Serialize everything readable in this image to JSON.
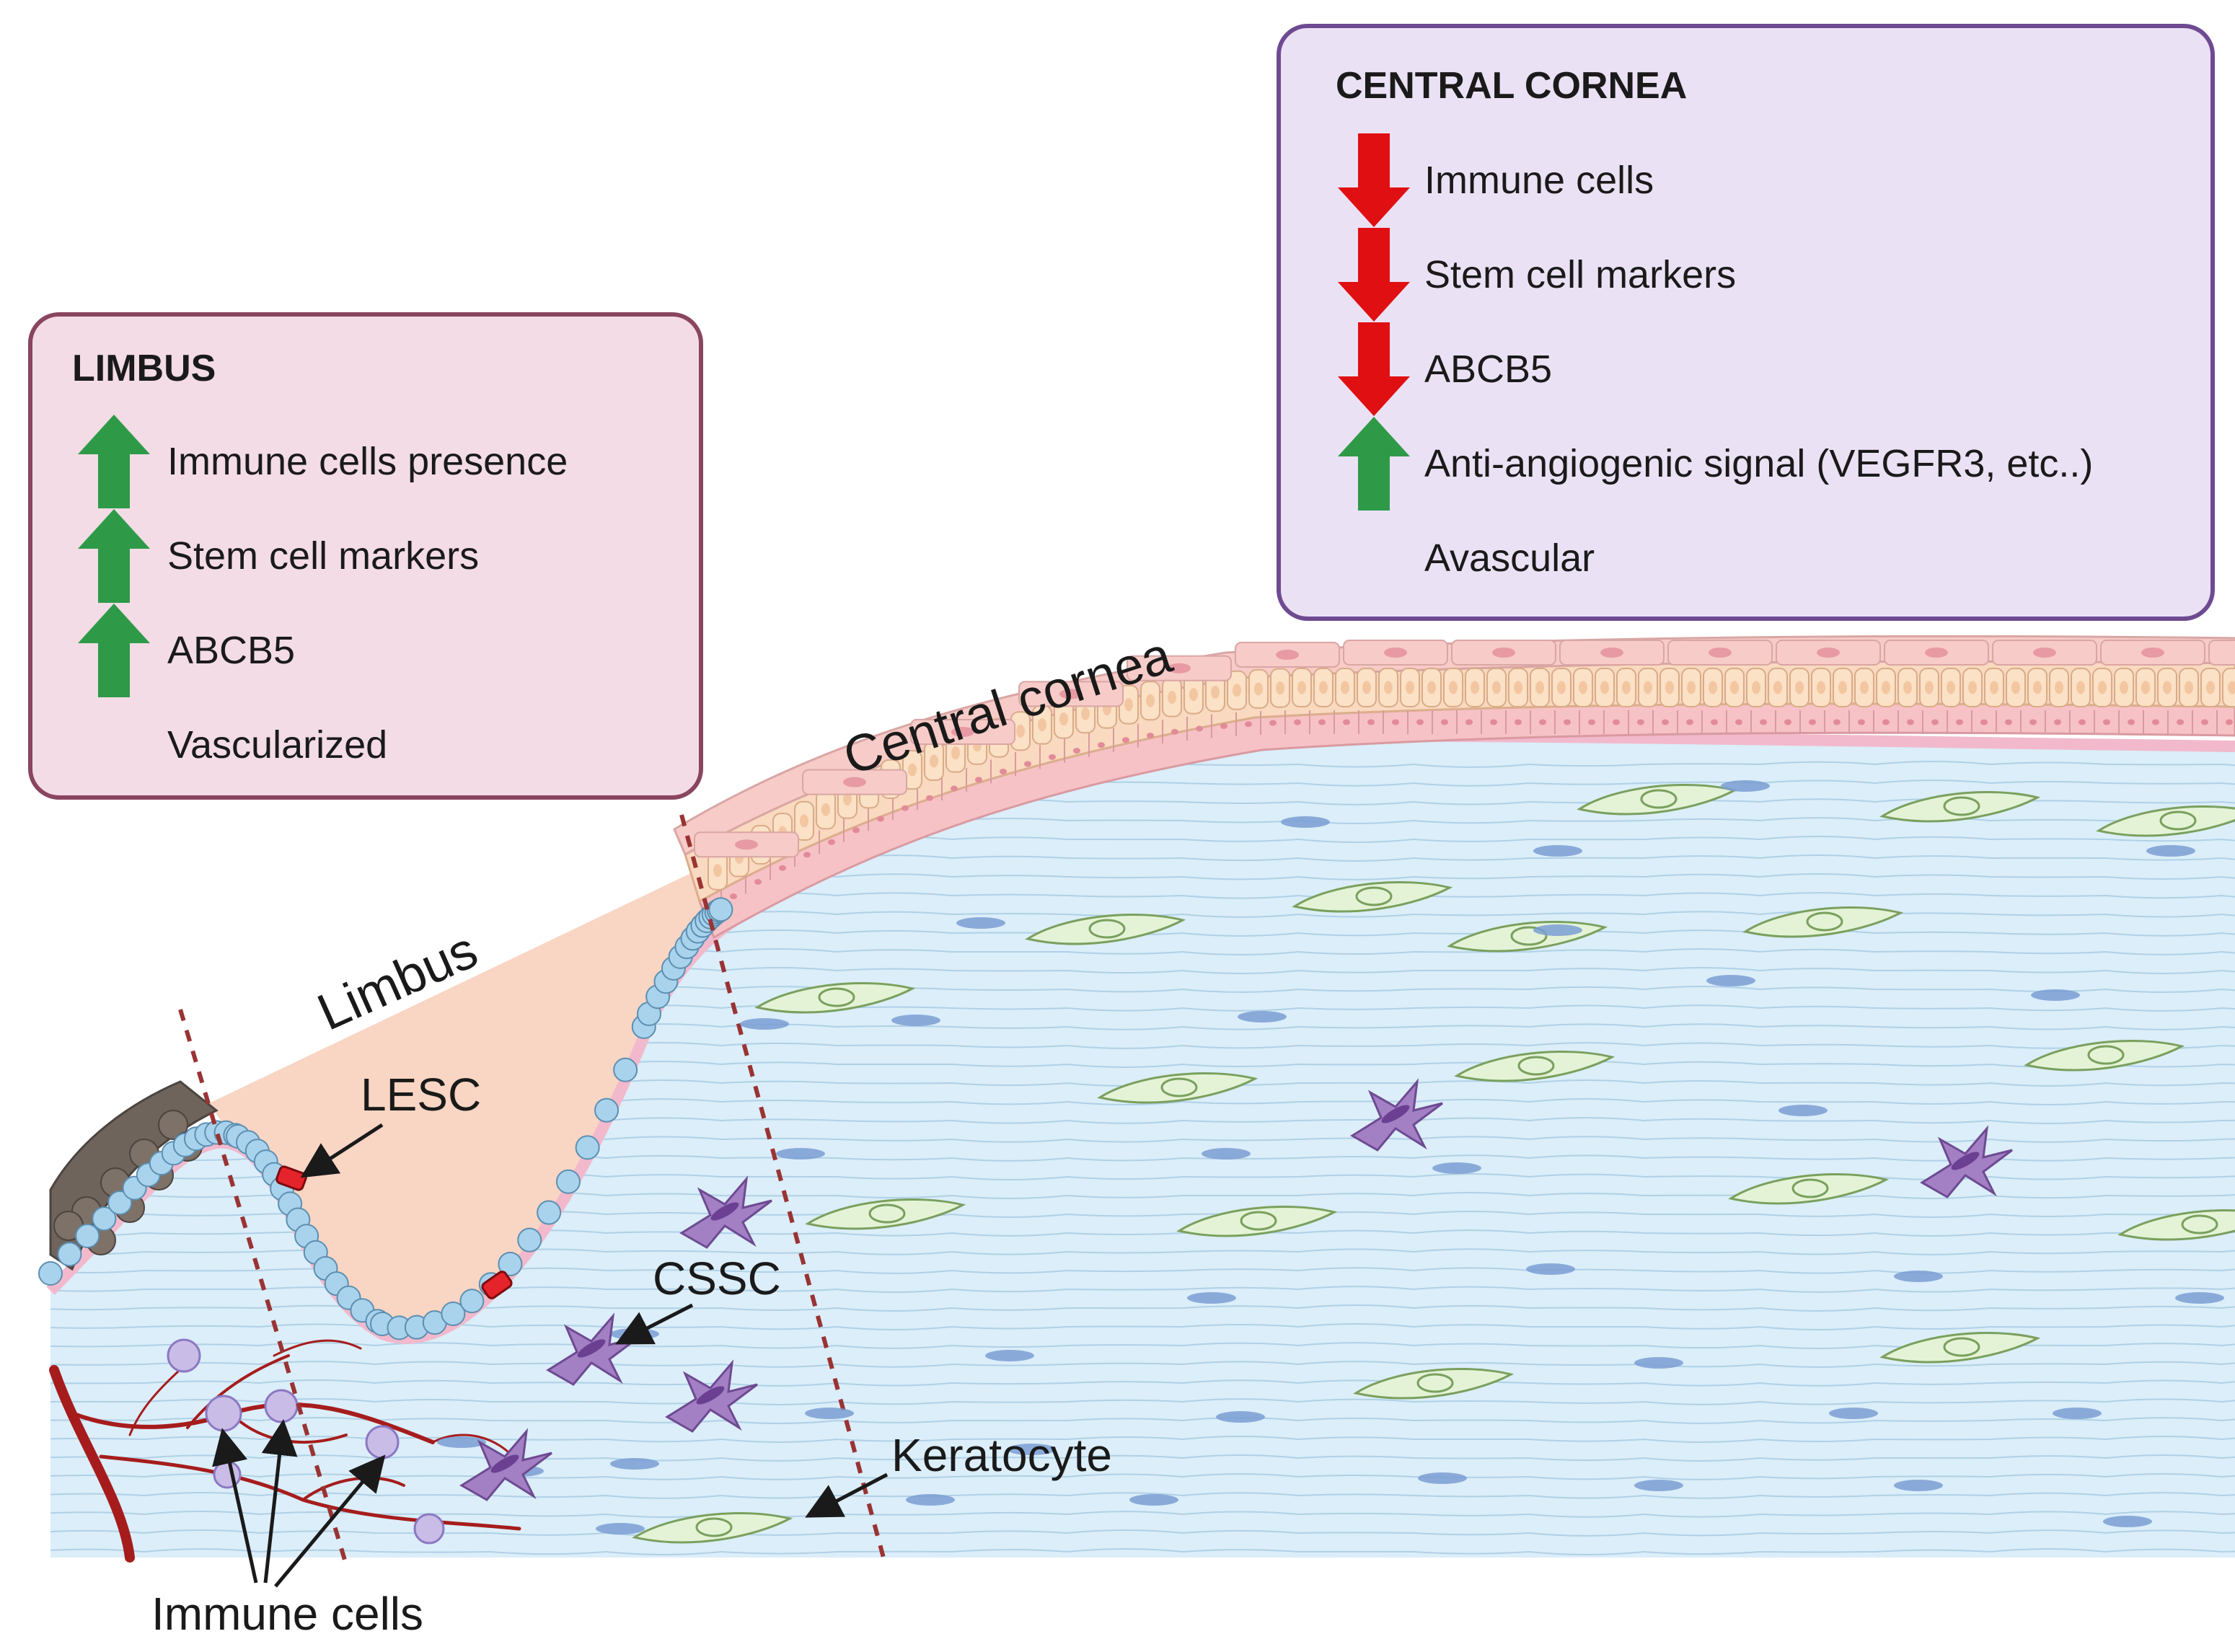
{
  "colors": {
    "limbus_panel_fill": "#f3dce6",
    "limbus_panel_stroke": "#8a4560",
    "cornea_panel_fill": "#ebe1f4",
    "cornea_panel_stroke": "#6e4a92",
    "up_arrow": "#2e9a48",
    "down_arrow": "#e00f12",
    "stroma": "#dbeef9",
    "epithelium_peach": "#f9d9bf",
    "epithelium_pink": "#f6c2c6",
    "limbal_basal_cells": "#a9d3ec",
    "pigmented_cells": "#6f645c",
    "vessels": "#a61c1c",
    "keratocyte": "#e4f3d6",
    "cssc": "#8e5fae",
    "lesc": "#e5232a",
    "boundary_line": "#9a3333"
  },
  "limbus_panel": {
    "title": "LIMBUS",
    "items": [
      {
        "arrow": "up",
        "label": "Immune cells presence"
      },
      {
        "arrow": "up",
        "label": "Stem cell markers"
      },
      {
        "arrow": "up",
        "label": "ABCB5"
      },
      {
        "arrow": "none",
        "label": "Vascularized"
      }
    ]
  },
  "cornea_panel": {
    "title": "CENTRAL CORNEA",
    "items": [
      {
        "arrow": "down",
        "label": "Immune cells"
      },
      {
        "arrow": "down",
        "label": "Stem cell markers"
      },
      {
        "arrow": "down",
        "label": "ABCB5"
      },
      {
        "arrow": "up",
        "label": "Anti-angiogenic signal (VEGFR3, etc..)"
      },
      {
        "arrow": "none",
        "label": "Avascular"
      }
    ]
  },
  "region_labels": {
    "limbus": "Limbus",
    "central_cornea": "Central cornea"
  },
  "callouts": {
    "lesc": "LESC",
    "cssc": "CSSC",
    "keratocyte": "Keratocyte",
    "immune_cells": "Immune cells"
  }
}
